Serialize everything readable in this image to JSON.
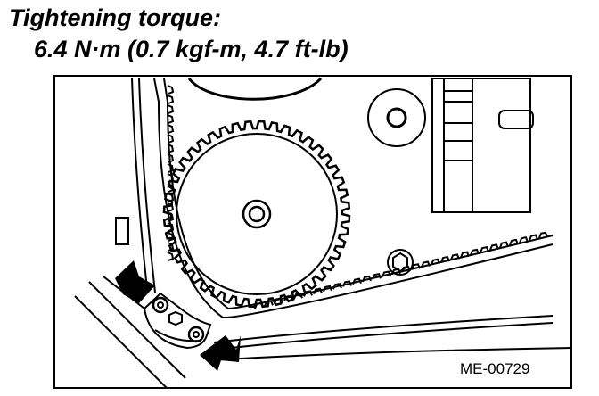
{
  "header": {
    "title": "Tightening torque:",
    "torque": "6.4 N·m (0.7 kgf-m, 4.7 ft-lb)"
  },
  "figure": {
    "code": "ME-00729",
    "gear_teeth_visible": 44,
    "arrow_count": 2,
    "colors": {
      "ink": "#000000",
      "paper": "#ffffff"
    }
  }
}
